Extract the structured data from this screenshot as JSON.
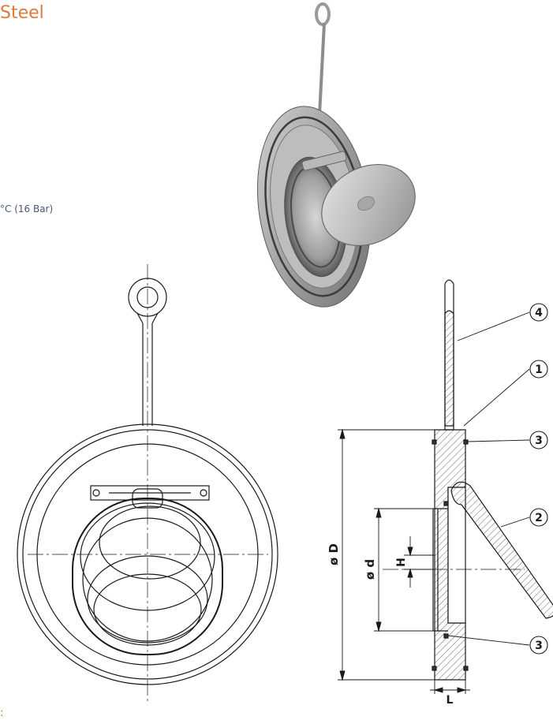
{
  "page": {
    "heading": "Steel",
    "spec_text": "°C (16 Bar)",
    "bottom_mark": ":"
  },
  "drawing": {
    "dimensions": {
      "outer_diameter": "ø D",
      "inner_diameter": "ø d",
      "height": "H",
      "length": "L"
    },
    "callouts": [
      "4",
      "1",
      "3",
      "2",
      "3"
    ]
  },
  "colors": {
    "accent": "#e2793a",
    "spec_text": "#4b5870",
    "line": "#1a1a1a"
  }
}
